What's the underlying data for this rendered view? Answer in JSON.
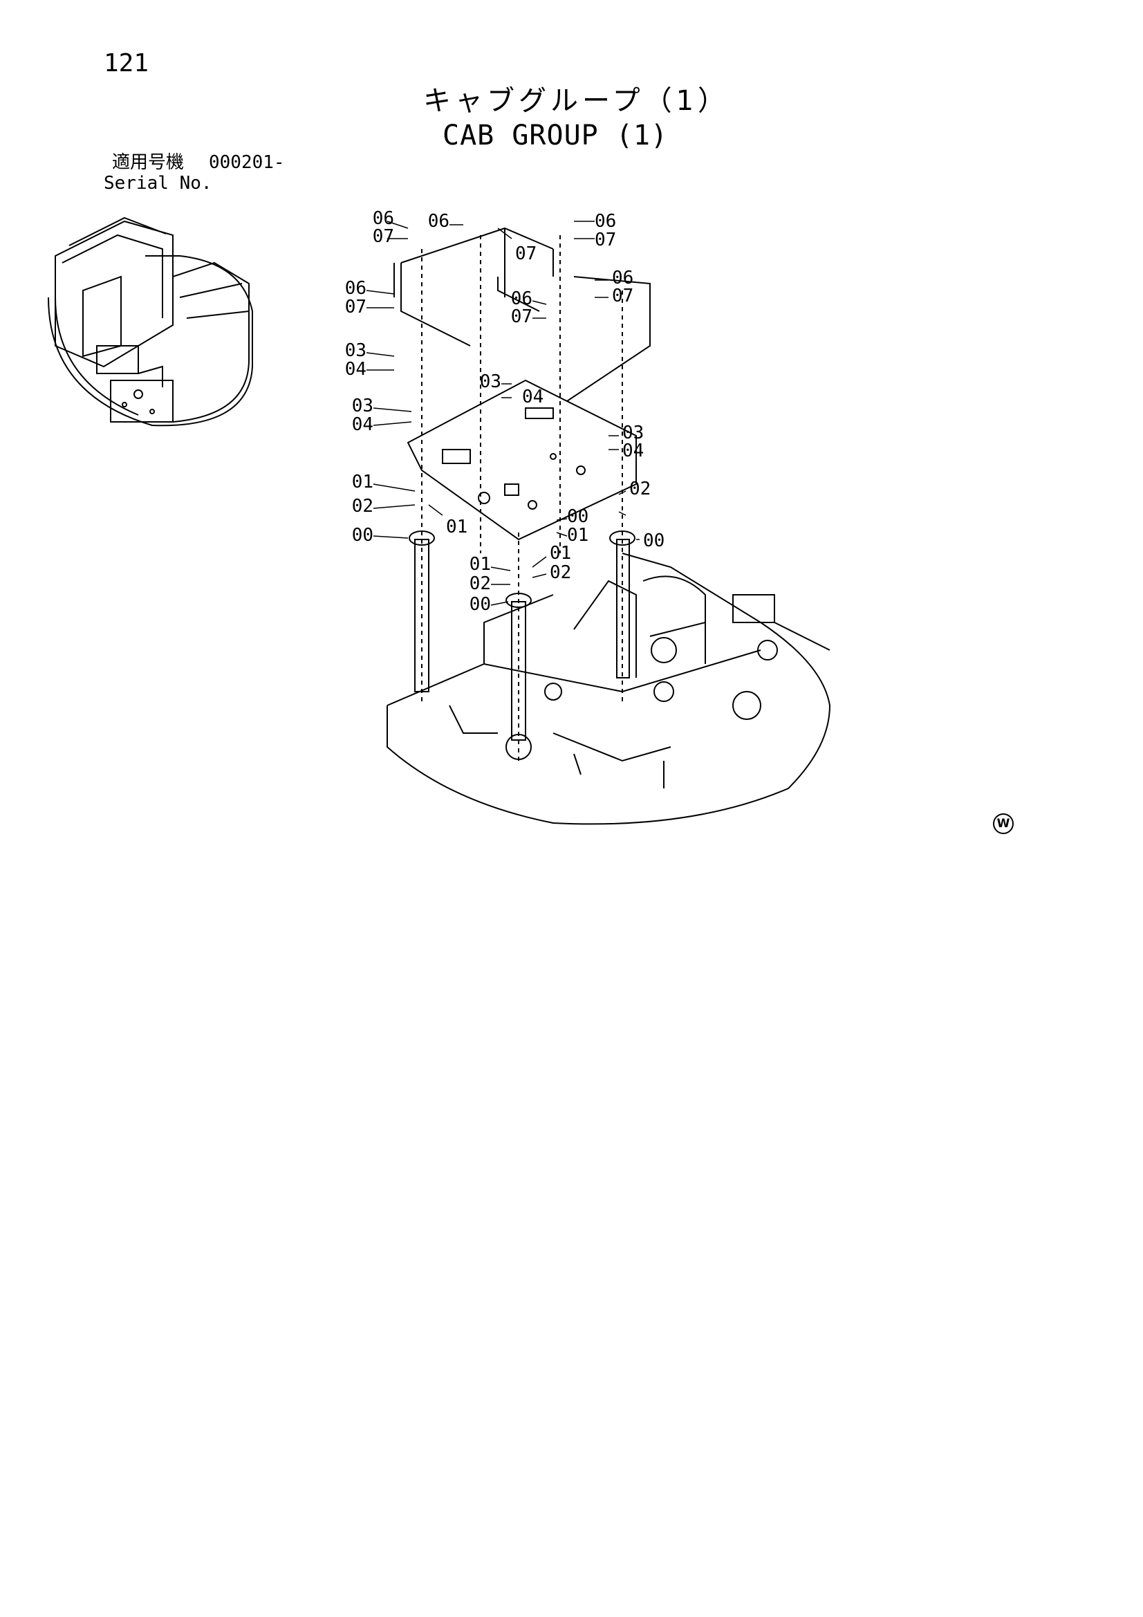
{
  "header": {
    "page_number": "121",
    "title_jp": "キャブグループ（1）",
    "title_en": "CAB GROUP (1)"
  },
  "serial": {
    "label_jp": "適用号機",
    "value": "000201-",
    "label_en": "Serial No."
  },
  "callouts": [
    "06",
    "07",
    "06",
    "07",
    "06",
    "07",
    "06",
    "07",
    "06",
    "07",
    "06",
    "07",
    "03",
    "04",
    "03",
    "04",
    "03",
    "04",
    "03",
    "04",
    "01",
    "02",
    "01",
    "00",
    "01",
    "02",
    "00",
    "01",
    "02",
    "00",
    "01",
    "02",
    "00"
  ],
  "footer": {
    "mark": "W"
  }
}
